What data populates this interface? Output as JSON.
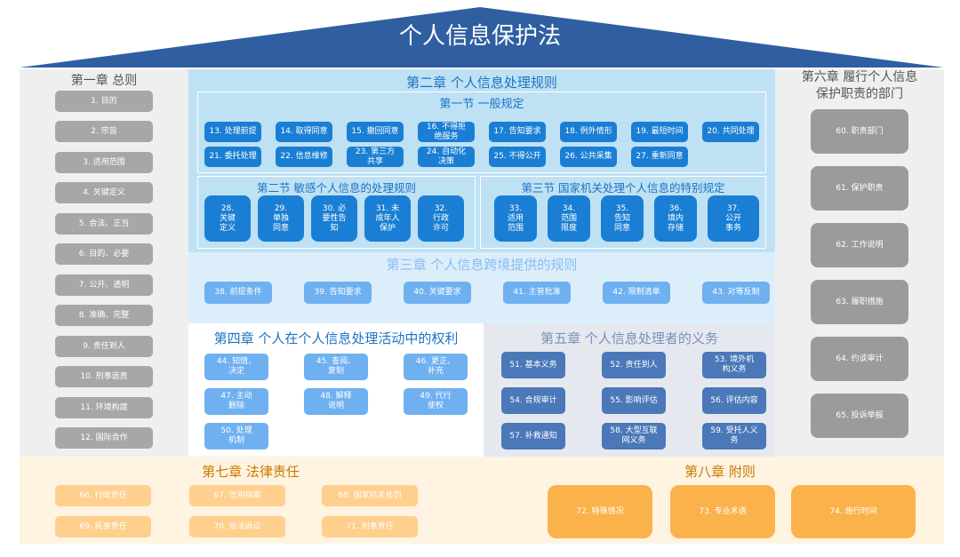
{
  "title": "个人信息保护法",
  "colors": {
    "roof": "#2f5fa1",
    "ch2_bg": "#bfe1f4",
    "ch3_bg": "#ddeefb",
    "ch5_bg": "#e6e8f0",
    "gray_bg": "#efefef",
    "orange_bg": "#fff3e1"
  },
  "ch1": {
    "title": "第一章 总则",
    "items": [
      "1. 目的",
      "2. 宗旨",
      "3. 适用范围",
      "4. 关键定义",
      "5. 合法、正当",
      "6. 目的、必要",
      "7. 公开、透明",
      "8. 准确、完整",
      "9. 责任到人",
      "10. 刑事追责",
      "11. 环境构建",
      "12. 国际合作"
    ]
  },
  "ch2": {
    "title": "第二章 个人信息处理规则",
    "sec1": {
      "title": "第一节 一般规定",
      "row1": [
        "13. 处理前提",
        "14. 取得同意",
        "15. 撤回同意",
        "16. 不得拒\n绝服务",
        "17. 告知要求",
        "18. 例外情形",
        "19. 最短时间",
        "20. 共同处理"
      ],
      "row2": [
        "21. 委托处理",
        "22. 信息维修",
        "23. 第三方\n共享",
        "24. 自动化\n决策",
        "25. 不得公开",
        "26. 公共采集",
        "27. 重新同意"
      ]
    },
    "sec2": {
      "title": "第二节 敏感个人信息的处理规则",
      "items": [
        "28.\n关键\n定义",
        "29.\n单独\n同意",
        "30. 必\n要性告\n知",
        "31. 未\n成年人\n保护",
        "32.\n行政\n许可"
      ]
    },
    "sec3": {
      "title": "第三节 国家机关处理个人信息的特别规定",
      "items": [
        "33.\n适用\n范围",
        "34.\n范围\n限度",
        "35.\n告知\n同意",
        "36.\n境内\n存储",
        "37.\n公开\n事务"
      ]
    }
  },
  "ch3": {
    "title": "第三章 个人信息跨境提供的规则",
    "items": [
      "38. 前提条件",
      "39. 告知要求",
      "40. 关键要求",
      "41. 主管批准",
      "42. 限制清单",
      "43. 对等反制"
    ]
  },
  "ch4": {
    "title": "第四章 个人在个人信息处理活动中的权利",
    "items": [
      "44. 知情、\n决定",
      "45. 查阅、\n复制",
      "46. 更正、\n补充",
      "47. 主动\n删除",
      "48. 解释\n说明",
      "49. 代行\n使权",
      "50. 处理\n机制"
    ]
  },
  "ch5": {
    "title": "第五章 个人信息处理者的义务",
    "items": [
      "51. 基本义务",
      "52. 责任到人",
      "53. 境外机\n构义务",
      "54. 合规审计",
      "55. 影响评估",
      "56. 评估内容",
      "57. 补救通知",
      "58. 大型互联\n网义务",
      "59. 受托人义\n务"
    ]
  },
  "ch6": {
    "title": "第六章 履行个人信息\n保护职责的部门",
    "items": [
      "60. 职责部门",
      "61. 保护职责",
      "62. 工作说明",
      "63. 履职措施",
      "64. 约谈审计",
      "65. 投诉举报"
    ]
  },
  "ch7": {
    "title": "第七章 法律责任",
    "items": [
      "66. 行政责任",
      "67. 信用档案",
      "68. 国家机关处罚",
      "69. 民事责任",
      "70. 依法诉讼",
      "71. 刑事责任"
    ]
  },
  "ch8": {
    "title": "第八章 附则",
    "items": [
      "72. 特殊情况",
      "73. 专业术语",
      "74. 施行时间"
    ]
  }
}
